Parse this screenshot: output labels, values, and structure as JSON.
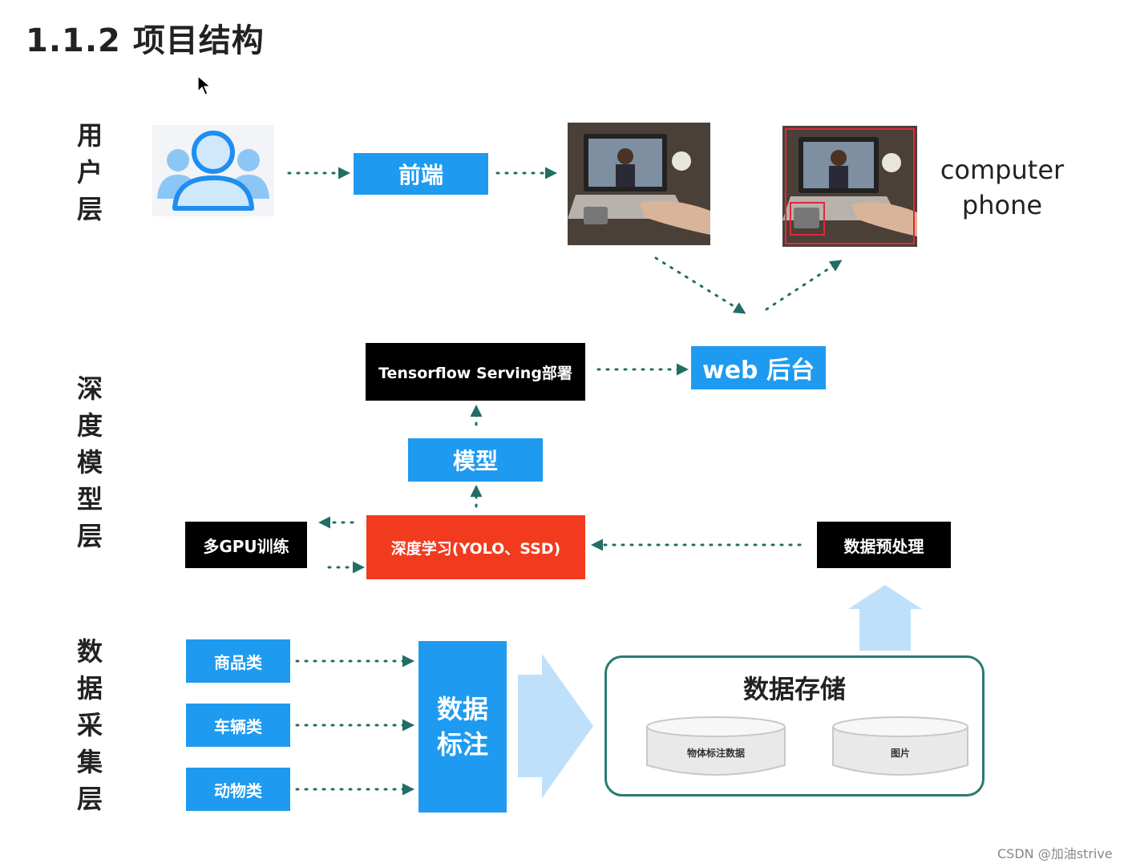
{
  "title": "1.1.2 项目结构",
  "layers": {
    "user": "用户层",
    "model": "深度模型层",
    "data": "数据采集层"
  },
  "nodes": {
    "frontend": "前端",
    "devices": [
      "computer",
      "phone"
    ],
    "tf_serving": "Tensorflow Serving部署",
    "web_backend": "web 后台",
    "model": "模型",
    "multi_gpu": "多GPU训练",
    "deep_learning": "深度学习(YOLO、SSD)",
    "preprocess": "数据预处理",
    "categories": [
      "商品类",
      "车辆类",
      "动物类"
    ],
    "annotation": "数据标注",
    "storage": {
      "title": "数据存储",
      "cylinders": [
        "物体标注数据",
        "图片"
      ]
    }
  },
  "colors": {
    "blue": "#1e9bf0",
    "black": "#000000",
    "red": "#f23a1e",
    "arrow": "#1f6f66",
    "light_blue_arrow": "#bfe0fb"
  },
  "watermark": "CSDN @加油strive"
}
